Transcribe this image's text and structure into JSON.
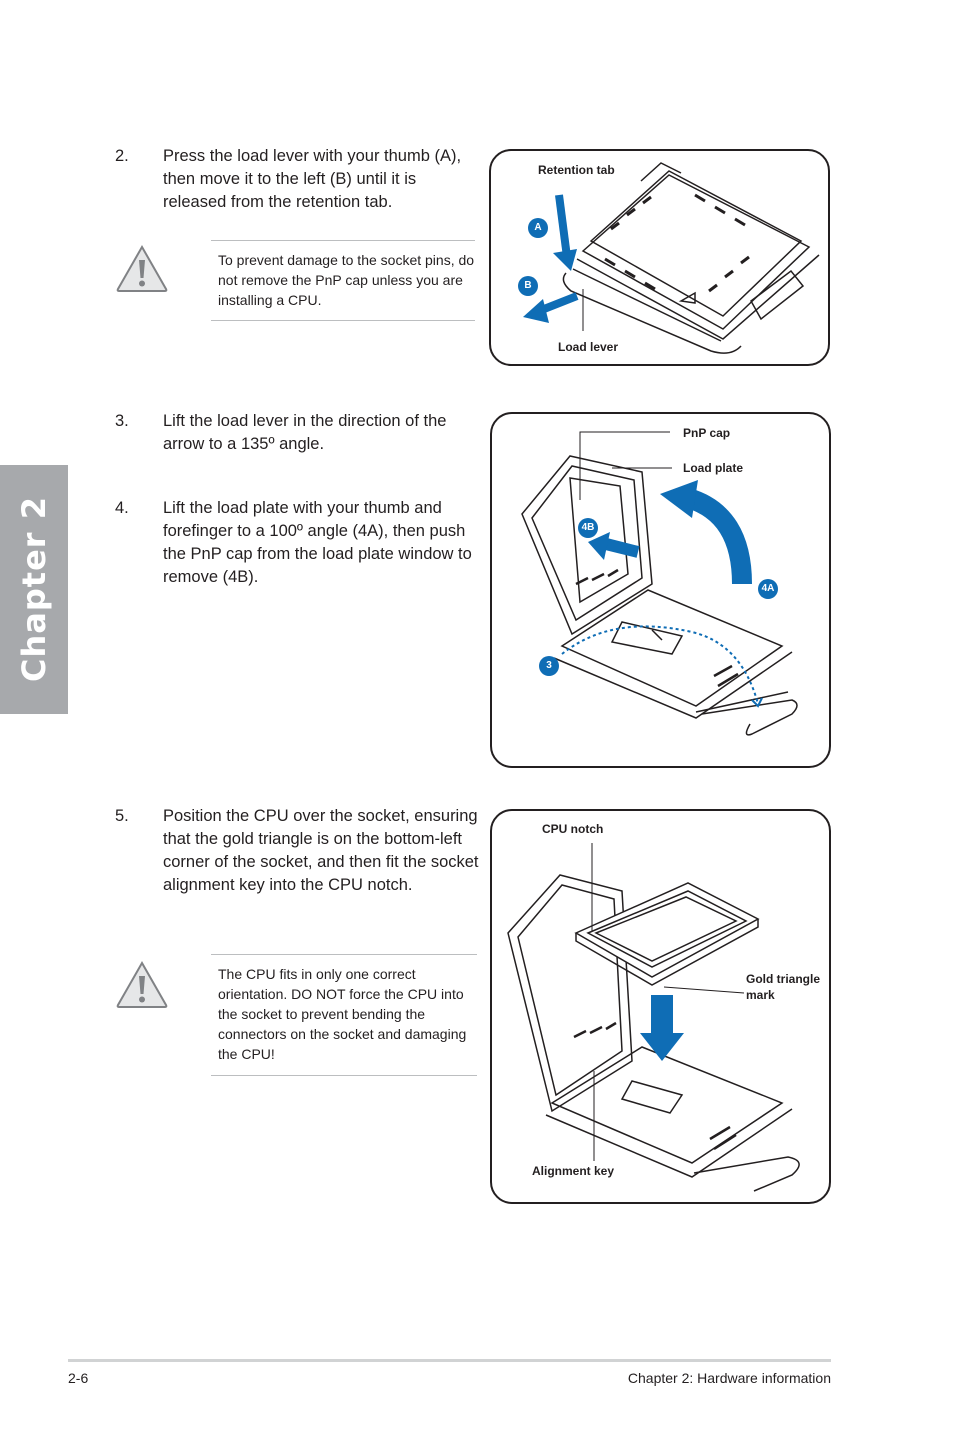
{
  "side_tab": {
    "label": "Chapter 2"
  },
  "steps": [
    {
      "number": "2.",
      "text": "Press the load lever with your thumb (A), then move it to the left (B) until it is released from the retention tab."
    },
    {
      "number": "3.",
      "text": "Lift the load lever in the direction of the arrow to a 135º angle."
    },
    {
      "number": "4.",
      "text": "Lift the load plate with your thumb and forefinger to a 100º angle (4A), then push the PnP cap from the load plate window to remove (4B)."
    },
    {
      "number": "5.",
      "text": "Position the CPU over the socket, ensuring that the gold triangle is on the bottom-left corner of the socket, and then fit the socket alignment key into the CPU notch."
    }
  ],
  "notes": [
    {
      "icon": "warning-icon",
      "text": "To prevent damage to the socket pins, do not remove the PnP cap unless you are installing a CPU."
    },
    {
      "icon": "warning-icon",
      "text": "The CPU fits in only one correct orientation. DO NOT force the CPU into the socket to prevent bending the connectors on the socket and damaging the CPU!"
    }
  ],
  "figures": [
    {
      "labels": {
        "retention_tab": "Retention tab",
        "load_lever": "Load lever"
      },
      "badges": [
        "A",
        "B"
      ]
    },
    {
      "labels": {
        "pnp_cap": "PnP cap",
        "load_plate": "Load plate"
      },
      "badges": [
        "4B",
        "4A",
        "3"
      ]
    },
    {
      "labels": {
        "cpu_notch": "CPU notch",
        "gold_triangle_mark": "Gold triangle mark",
        "alignment_key": "Alignment key"
      }
    }
  ],
  "footer": {
    "page_number": "2-6",
    "chapter_title": "Chapter 2: Hardware information"
  },
  "colors": {
    "accent": "#0f6db5",
    "tab": "#a7a9ac",
    "text": "#231f20"
  }
}
